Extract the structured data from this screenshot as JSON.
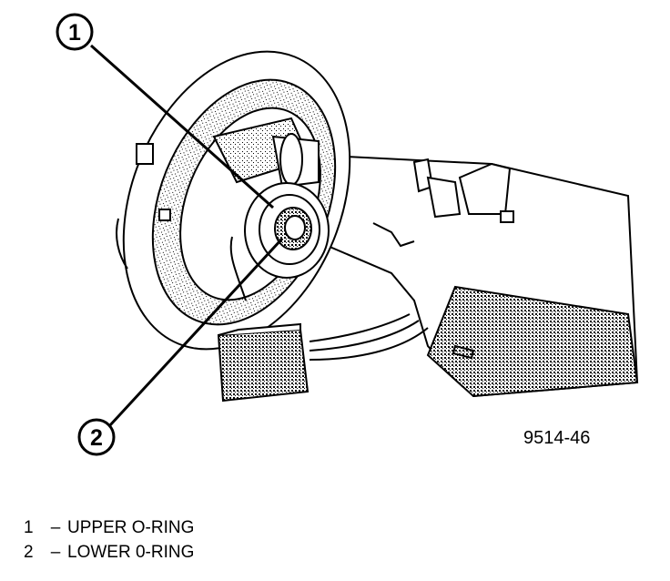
{
  "callouts": [
    {
      "number": "1"
    },
    {
      "number": "2"
    }
  ],
  "figure_id": "9514-46",
  "legend": [
    {
      "number": "1",
      "separator": "–",
      "label": "UPPER O-RING"
    },
    {
      "number": "2",
      "separator": "–",
      "label": "LOWER 0-RING"
    }
  ]
}
